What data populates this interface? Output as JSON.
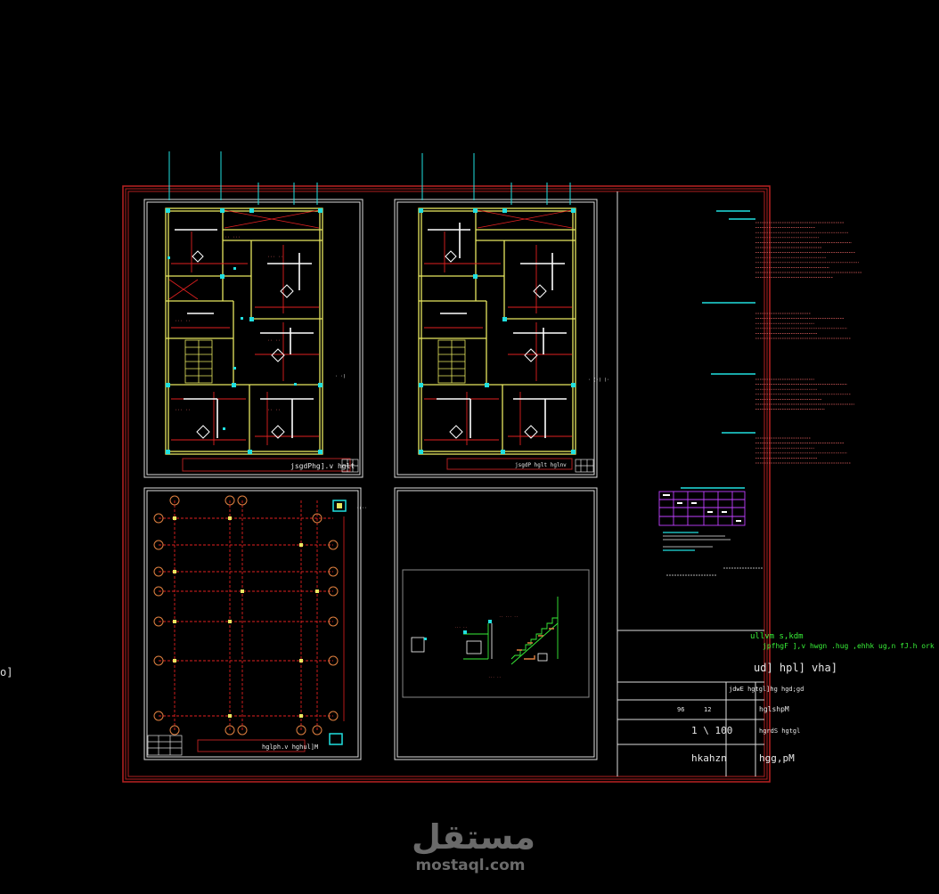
{
  "plan_labels": {
    "plan_1": "jsgdPhg].v hglt",
    "plan_2": "jsgdP hglt hglnv",
    "plan_3": "hglph.v hghul]M"
  },
  "title_block": {
    "header_green_1": "ullvm s,kdm",
    "header_green_2": "jpfhgF ],v hwgn .hug ,ehhk ug,n fJ.h ork",
    "project_title": "ud] hpl] vha]",
    "row_1_label": "jdwE hgtgl]hg hgd;gd",
    "row_2_left": "96",
    "row_2_mid": "12",
    "row_2_label": "hglshpM",
    "scale": "1 \\ 100",
    "row_3_label": "hgrdS hgtgl",
    "row_4_left": "hkahzn",
    "row_4_label": "hgg,pM"
  },
  "left_edge_mark": "o]",
  "watermark": {
    "arabic": "مستقل",
    "latin": "mostaql.com"
  },
  "colors": {
    "frame": "#b02020",
    "wall": "#e8e860",
    "dim": "#e02020",
    "axis": "#20e0e0",
    "note": "#e06060",
    "table": "#c040ff",
    "green": "#38f038"
  }
}
